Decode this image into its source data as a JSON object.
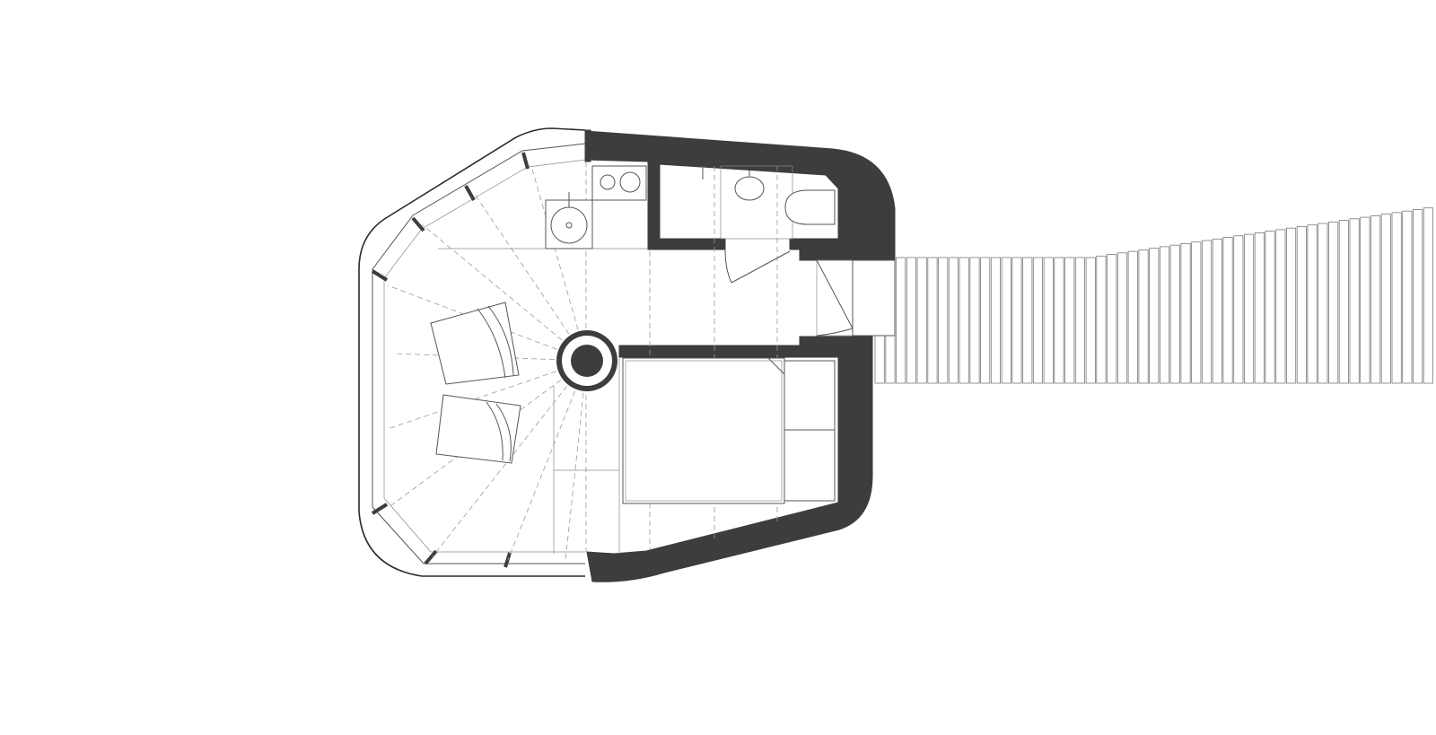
{
  "drawing": {
    "kind": "floor-plan",
    "colors": {
      "wall": "#3d3d3d",
      "line": "#555555",
      "background": "#ffffff"
    },
    "boardwalk_planks": 53,
    "rooms": [
      "living-area",
      "bathroom",
      "bedroom",
      "entry"
    ],
    "fixtures": [
      "kitchen-sink",
      "cooktop",
      "bathroom-sink",
      "toilet",
      "bed",
      "lounge-chair",
      "lounge-chair"
    ]
  }
}
